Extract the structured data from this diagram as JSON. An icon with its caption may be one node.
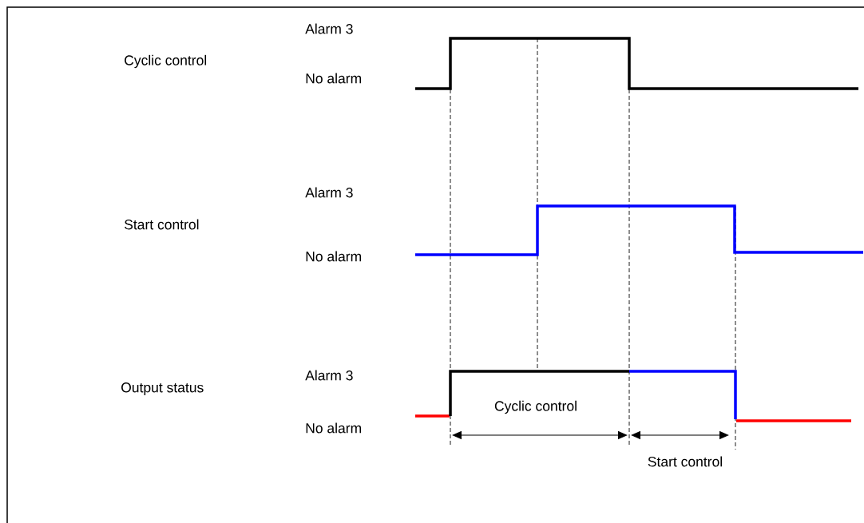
{
  "diagram": {
    "labels": [
      "Cyclic control",
      "Alarm 3",
      "No alarm",
      "Start control",
      "Alarm 3",
      "No alarm",
      "Output status",
      "Alarm 3",
      "No alarm",
      "Cyclic control",
      "Start control"
    ]
  }
}
